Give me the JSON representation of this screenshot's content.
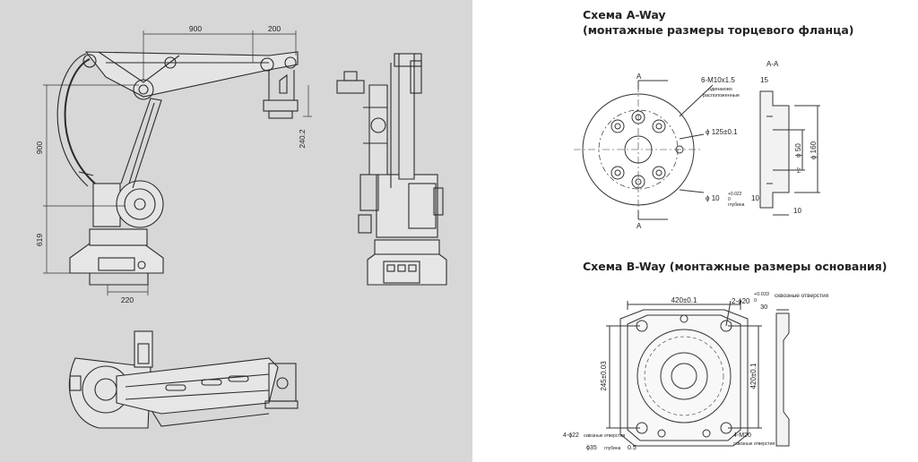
{
  "scheme_a": {
    "title": "Схема A-Way",
    "subtitle": "(монтажные размеры торцевого фланца)",
    "section_label": "A-A",
    "arrow_label": "A",
    "dim_holes": "6-M10x1.5",
    "dim_depth": "15",
    "note_even": "одинаково",
    "note_spaced": "расположенные",
    "dim_pcd": "ϕ 125±0.1",
    "dim_pin": "ϕ 10",
    "dim_pin_tol_upper": "+0.022",
    "dim_pin_tol_lower": "0",
    "dim_pin_depth_label": "глубина",
    "dim_pin_depth": "10",
    "dim_outer": "ϕ 160",
    "dim_bore": "ϕ 50",
    "dim_bore_tol": "H7",
    "dim_flange": "10"
  },
  "scheme_b": {
    "title": "Схема B-Way (монтажные размеры основания)",
    "dim_top": "420±0.1",
    "dim_pin_holes": "2-ϕ20",
    "dim_pin_tol_upper": "+0.033",
    "dim_pin_tol_lower": "0",
    "label_through": "сквозные отверстия",
    "dim_thickness": "30",
    "dim_left": "245±0.03",
    "dim_right": "420±0.1",
    "dim_bolt_holes": "4-ϕ22",
    "label_through_2": "сквозные отверстия",
    "dim_counterbore": "ϕ35",
    "label_depth": "глубина",
    "dim_counterbore_depth": "0.5",
    "dim_threads": "4-M20",
    "label_through_3": "сквозные отверстия"
  },
  "robot_dims": {
    "d900_horizontal": "900",
    "d200": "200",
    "d900_vertical": "900",
    "d619": "619",
    "d240": "240.2",
    "d220": "220"
  }
}
